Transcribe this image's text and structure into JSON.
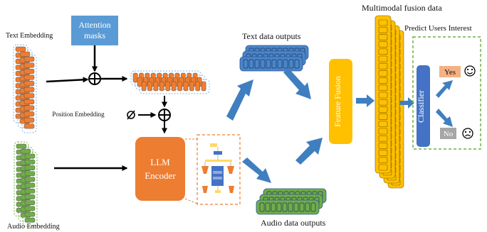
{
  "labels": {
    "text_embedding": "Text Embedding",
    "attention_masks_line1": "Attention",
    "attention_masks_line2": "masks",
    "position_embedding": "Position Embedding",
    "audio_embedding": "Audio Embedding",
    "llm_encoder_line1": "LLM",
    "llm_encoder_line2": "Encoder",
    "text_data_outputs": "Text data outputs",
    "audio_data_outputs": "Audio data outputs",
    "feature_fusion": "Feature Fusion",
    "multimodal_fusion_data": "Multimodal fusion data",
    "predict_users_interest": "Predict Users Interest",
    "classifier": "Classifier",
    "yes": "Yes",
    "no": "No"
  },
  "colors": {
    "text_token": "#ef7d30",
    "audio_token": "#70ad47",
    "output_blue": "#4a86c8",
    "attention_box": "#5b9bd5",
    "llm_encoder": "#ed7d31",
    "feature_fusion": "#ffc000",
    "classifier": "#4472c4",
    "yes_fill": "#f4b183",
    "no_fill": "#a6a6a6",
    "arrow_blue": "#3f7fc0"
  },
  "icons": {
    "add_operator_1": "circle-plus-icon",
    "add_operator_2": "circle-plus-icon",
    "position_symbol": "empty-set-icon",
    "happy_face": "smiley-face-icon",
    "sad_face": "sad-face-icon"
  }
}
